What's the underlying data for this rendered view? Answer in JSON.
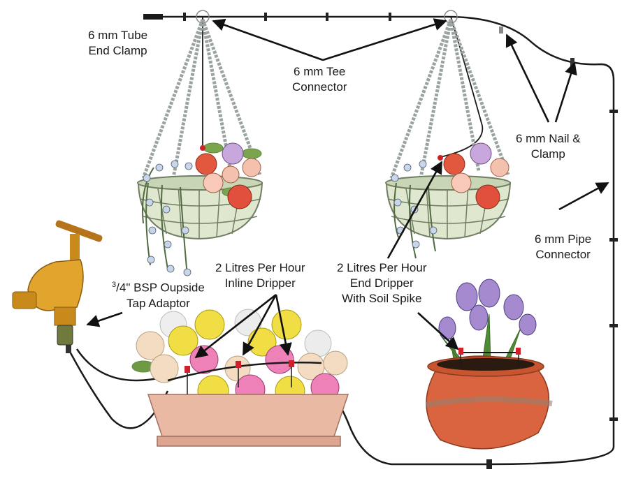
{
  "labels": {
    "tube_end_clamp": [
      "6 mm Tube",
      "End Clamp"
    ],
    "tee_connector": [
      "6 mm Tee",
      "Connector"
    ],
    "nail_clamp": [
      "6 mm Nail &",
      "Clamp"
    ],
    "pipe_connector": [
      "6 mm Pipe",
      "Connector"
    ],
    "tap_adaptor_frac_num": "3",
    "tap_adaptor_frac_den": "/4",
    "tap_adaptor_line1_rest": "\" BSP Oupside",
    "tap_adaptor_line2": "Tap Adaptor",
    "inline_dripper": [
      "2 Litres Per Hour",
      "Inline Dripper"
    ],
    "end_dripper": [
      "2 Litres Per Hour",
      "End Dripper",
      "With Soil Spike"
    ]
  },
  "colors": {
    "tube": "#1a1a1a",
    "chain": "#9aa3a0",
    "basket_fill": "#dfe8cf",
    "basket_wire": "#6f7d63",
    "planter": "#eab9a4",
    "planter_edge": "#a07060",
    "pot": "#d9643f",
    "dripper": "#d0202a",
    "brass": "#c98a1c"
  }
}
